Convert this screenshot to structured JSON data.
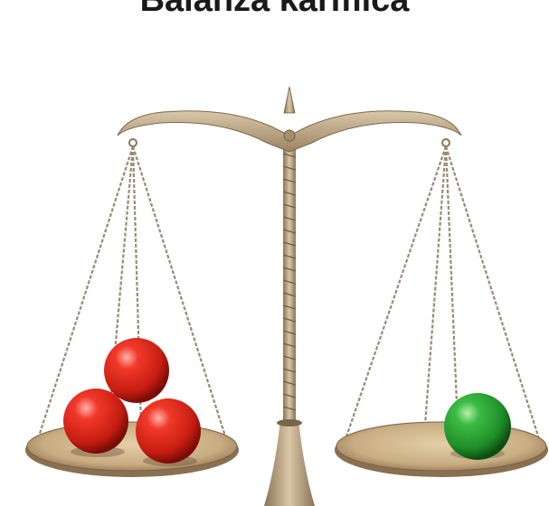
{
  "title": "Balanza kármica",
  "scale": {
    "left_pan": {
      "balls": 3,
      "ball_color": "#e02418"
    },
    "right_pan": {
      "balls": 1,
      "ball_color": "#22a12f"
    },
    "metal_color": "#b59d79"
  }
}
